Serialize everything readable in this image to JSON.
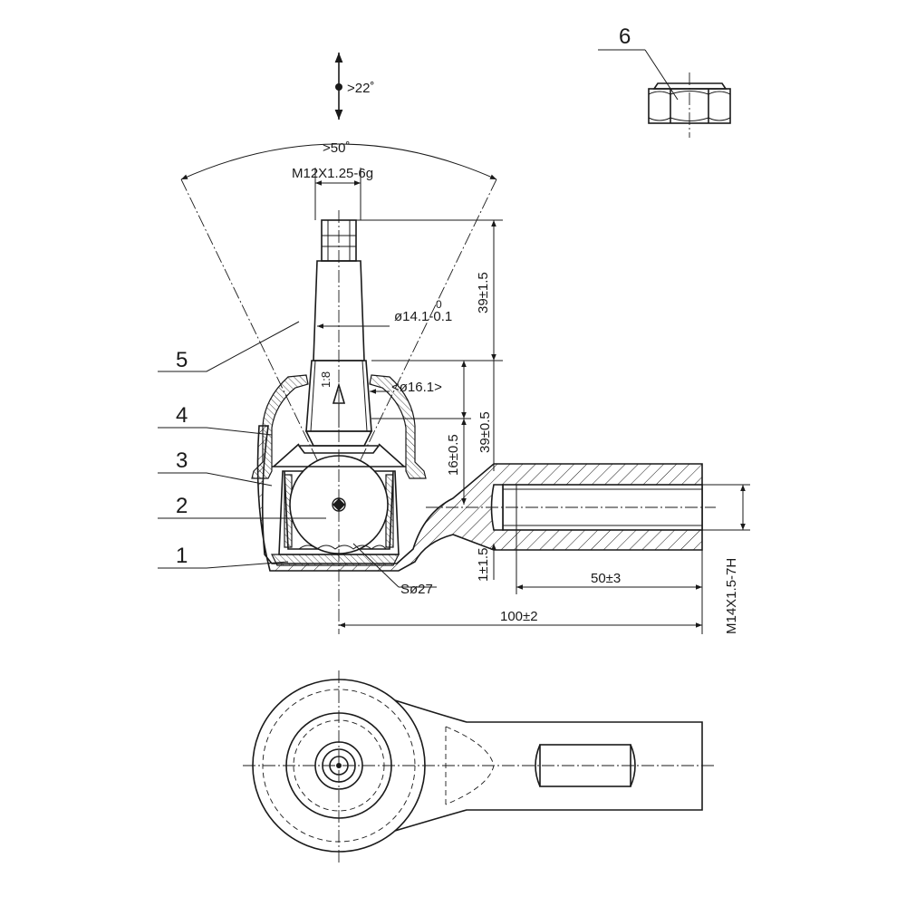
{
  "annotations": {
    "angle_22": ">22˚",
    "angle_50": ">50˚",
    "thread_stud": "M12X1.25-6g",
    "dia_14": "ø14.1-0.1",
    "dia_14_tol_upper": "0",
    "taper": "1:8",
    "dia_16": "<ø16.1>",
    "dim_39_top": "39±1.5",
    "dim_39_mid": "39±0.5",
    "dim_16": "16±0.5",
    "dim_1": "1±1.5",
    "sphere": "Sø27",
    "dim_50": "50±3",
    "dim_100": "100±2",
    "thread_side": "M14X1.5-7H"
  },
  "callouts": {
    "c1": "1",
    "c2": "2",
    "c3": "3",
    "c4": "4",
    "c5": "5",
    "c6": "6"
  }
}
